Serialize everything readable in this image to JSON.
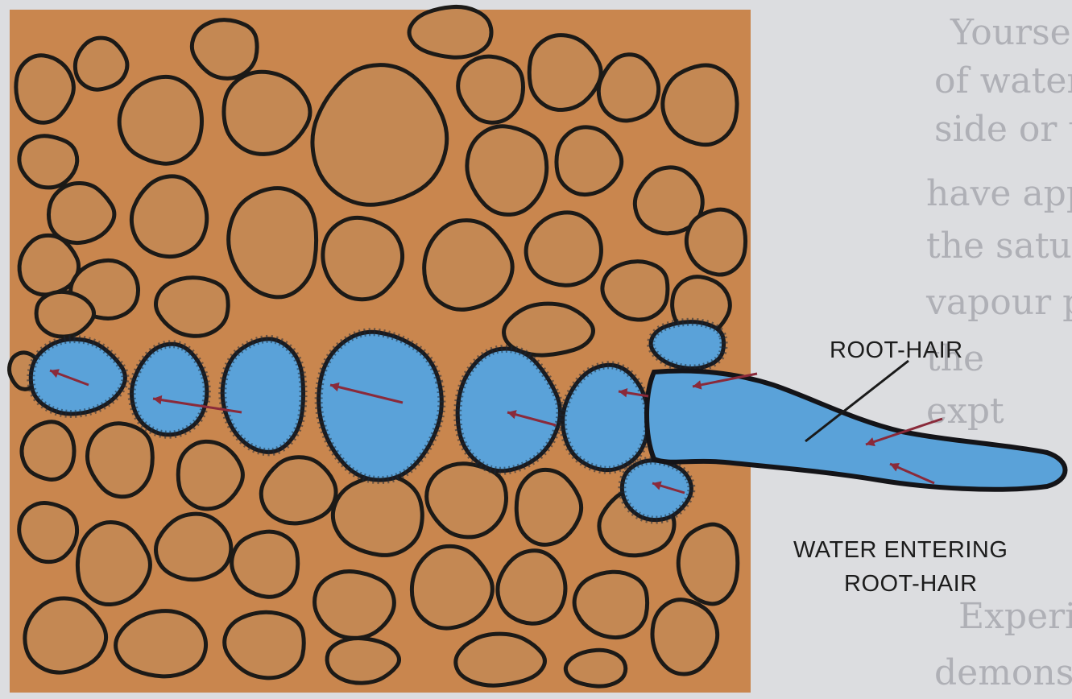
{
  "labels": {
    "root_hair": "ROOT-HAIR",
    "water_entering_line1": "WATER ENTERING",
    "water_entering_line2": "ROOT-HAIR"
  },
  "colors": {
    "soil_particle": "#c48853",
    "water": "#5aa2d9",
    "outline": "#1c1a17",
    "arrow": "#8a2a3a",
    "page": "#dcdde0"
  }
}
